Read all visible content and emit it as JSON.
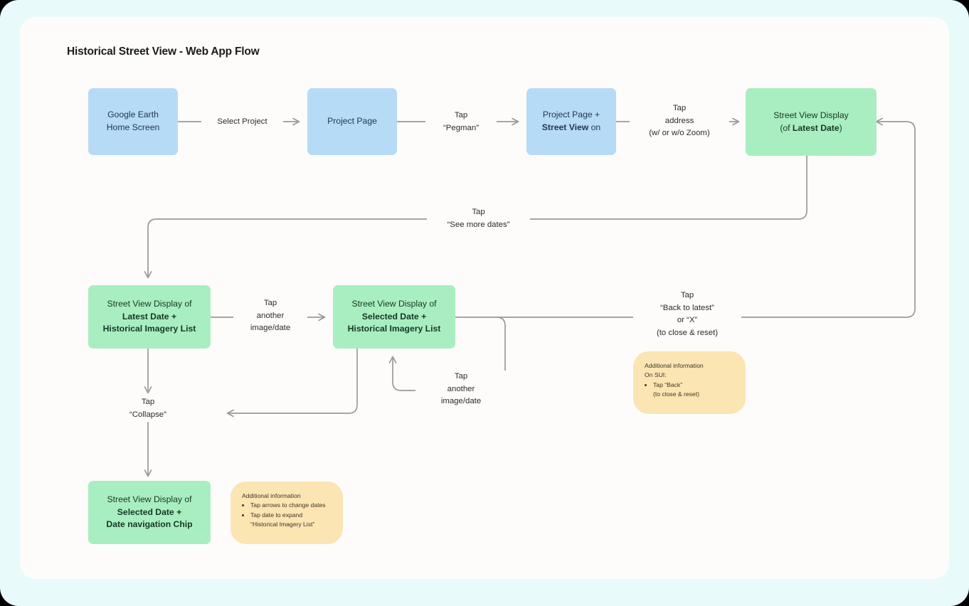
{
  "page": {
    "title": "Historical Street View - Web App Flow",
    "background": "#e9fafb",
    "card_background": "#fdfcfb",
    "colors": {
      "blue_node": "#b6dbf6",
      "green_node": "#a9eec0",
      "note": "#fae5b3",
      "wire": "#9a9a9a"
    }
  },
  "nodes": {
    "google_earth": {
      "line1": "Google Earth",
      "line2": "Home Screen",
      "color": "blue"
    },
    "project_page": {
      "line1": "Project Page",
      "color": "blue"
    },
    "project_page_sv": {
      "line1": "Project Page +",
      "line2a": "Street View",
      "line2b": " on",
      "color": "blue"
    },
    "sv_latest": {
      "line1": "Street View Display",
      "line2a": "(of ",
      "line2b": "Latest Date",
      "line2c": ")",
      "color": "green"
    },
    "sv_latest_list": {
      "line1": "Street View Display of",
      "line2": "Latest Date +",
      "line3": "Historical Imagery List",
      "color": "green"
    },
    "sv_selected_list": {
      "line1": "Street View Display of",
      "line2": "Selected Date +",
      "line3": "Historical Imagery List",
      "color": "green"
    },
    "sv_selected_chip": {
      "line1": "Street View Display of",
      "line2": "Selected Date +",
      "line3": "Date navigation Chip",
      "color": "green"
    }
  },
  "edge_labels": {
    "select_project": "Select Project",
    "tap_pegman_1": "Tap",
    "tap_pegman_2": "“Pegman”",
    "tap_address_1": "Tap",
    "tap_address_2": "address",
    "tap_address_3": "(w/ or w/o Zoom)",
    "see_more_1": "Tap",
    "see_more_2": "“See more dates”",
    "another_top_1": "Tap",
    "another_top_2": "another",
    "another_top_3": "image/date",
    "back_latest_1": "Tap",
    "back_latest_2": "“Back to latest”",
    "back_latest_3": "or “X”",
    "back_latest_4": "(to close & reset)",
    "another_loop_1": "Tap",
    "another_loop_2": "another",
    "another_loop_3": "image/date",
    "collapse_1": "Tap",
    "collapse_2": "“Collapse”"
  },
  "notes": {
    "sui": {
      "heading": "Additional information",
      "subheading": "On SUI:",
      "items": [
        "Tap “Back”"
      ],
      "trailing": "(to close & reset)"
    },
    "bottom": {
      "heading": "Additional information",
      "items": [
        "Tap arrows to change dates",
        "Tap date to expand"
      ],
      "trailing": "“Historical Imagery List”"
    }
  }
}
